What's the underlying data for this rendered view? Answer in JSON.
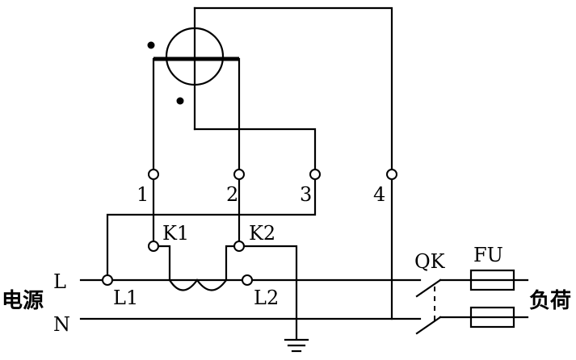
{
  "labels": {
    "terminal_1": "1",
    "terminal_2": "2",
    "terminal_3": "3",
    "terminal_4": "4",
    "k1": "K1",
    "k2": "K2",
    "l1": "L1",
    "l2": "L2",
    "line_l": "L",
    "line_n": "N",
    "source": "电源",
    "load": "负荷",
    "switch_qk": "QK",
    "fuse_fu": "FU"
  }
}
